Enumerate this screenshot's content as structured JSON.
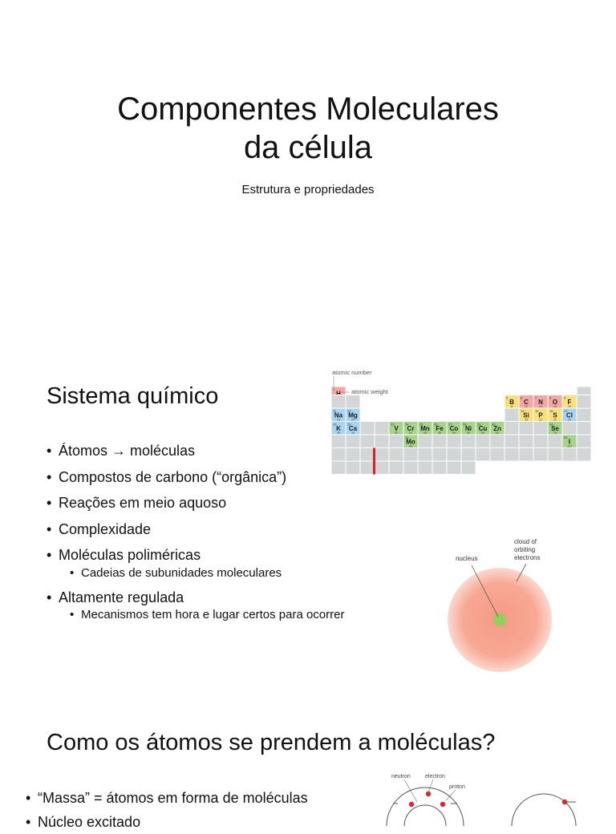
{
  "slide1": {
    "title_line1": "Componentes Moleculares",
    "title_line2": "da célula",
    "subtitle": "Estrutura e propriedades"
  },
  "slide2": {
    "heading": "Sistema químico",
    "bullets": [
      "Átomos → moléculas",
      "Compostos de carbono (“orgânica”)",
      "Reações em meio aquoso",
      "Complexidade",
      "Moléculas poliméricas",
      "Cadeias de subunidades moleculares",
      "Altamente regulada",
      "Mecanismos tem hora e lugar certos para ocorrer"
    ],
    "periodic_table": {
      "label_atomic_number": "atomic number",
      "label_atomic_weight": "atomic weight",
      "highlighted": [
        {
          "symbol": "H",
          "number": "1",
          "weight": "1"
        },
        {
          "symbol": "B",
          "number": "5",
          "weight": "11"
        },
        {
          "symbol": "C",
          "number": "6",
          "weight": "12"
        },
        {
          "symbol": "N",
          "number": "7",
          "weight": "14"
        },
        {
          "symbol": "O",
          "number": "8",
          "weight": "16"
        },
        {
          "symbol": "F",
          "number": "9",
          "weight": "19"
        },
        {
          "symbol": "Na",
          "number": "11",
          "weight": "23"
        },
        {
          "symbol": "Mg",
          "number": "12",
          "weight": "24"
        },
        {
          "symbol": "Si",
          "number": "14",
          "weight": "28"
        },
        {
          "symbol": "P",
          "number": "15",
          "weight": "31"
        },
        {
          "symbol": "S",
          "number": "16",
          "weight": "32"
        },
        {
          "symbol": "Cl",
          "number": "17",
          "weight": "35"
        },
        {
          "symbol": "K",
          "number": "19",
          "weight": "39"
        },
        {
          "symbol": "Ca",
          "number": "20",
          "weight": "40"
        },
        {
          "symbol": "V",
          "number": "23",
          "weight": "51"
        },
        {
          "symbol": "Cr",
          "number": "24",
          "weight": "52"
        },
        {
          "symbol": "Mn",
          "number": "25",
          "weight": "55"
        },
        {
          "symbol": "Fe",
          "number": "26",
          "weight": "56"
        },
        {
          "symbol": "Co",
          "number": "27",
          "weight": "59"
        },
        {
          "symbol": "Ni",
          "number": "28",
          "weight": "59"
        },
        {
          "symbol": "Cu",
          "number": "29",
          "weight": "64"
        },
        {
          "symbol": "Zn",
          "number": "30",
          "weight": "65"
        },
        {
          "symbol": "Se",
          "number": "34",
          "weight": "79"
        },
        {
          "symbol": "Mo",
          "number": "42",
          "weight": "96"
        },
        {
          "symbol": "I",
          "number": "53",
          "weight": "127"
        }
      ],
      "colors": {
        "pink": "#f4a7a4",
        "blue": "#a8d4f2",
        "green": "#a6d48a",
        "yellow": "#f7e07a",
        "grey": "#d3d6d6"
      }
    },
    "atom_figure": {
      "label_cloud": "cloud of\norbiting\nelectrons",
      "label_nucleus": "nucleus"
    }
  },
  "slide3": {
    "heading": "Como os átomos se prendem a moléculas?",
    "bullets": [
      "“Massa” = átomos em forma de moléculas",
      "Núcleo excitado"
    ],
    "model_labels": {
      "neutron": "neutron",
      "electron": "electron",
      "proton": "proton"
    }
  }
}
